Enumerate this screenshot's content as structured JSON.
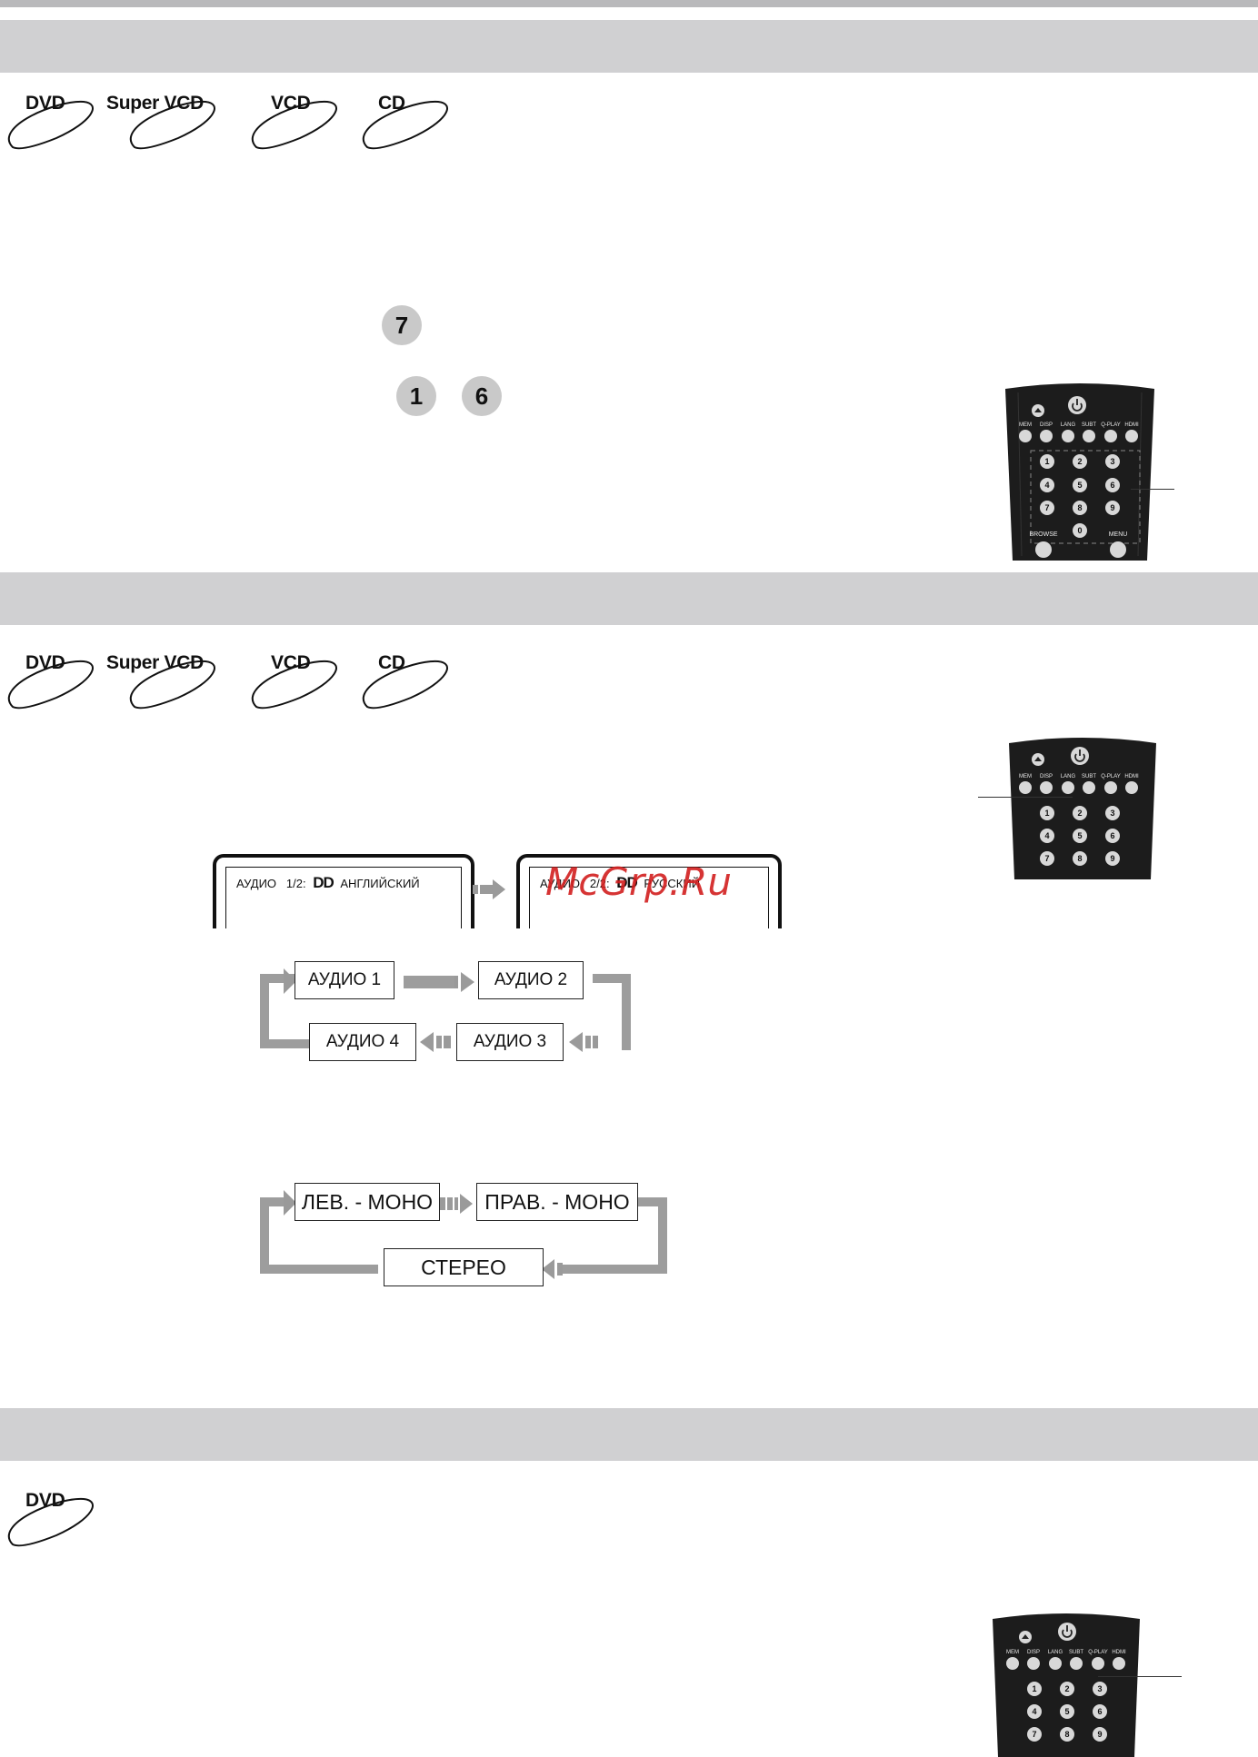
{
  "sections": [
    {
      "discs": [
        "DVD",
        "Super VCD",
        "VCD",
        "CD"
      ],
      "number_keys": [
        "7",
        "1",
        "6"
      ]
    },
    {
      "discs": [
        "DVD",
        "Super VCD",
        "VCD",
        "CD"
      ],
      "osd_screens": [
        {
          "audio": "АУДИО",
          "track": "1/2:",
          "dolby": "DD",
          "language": "АНГЛИЙСКИЙ"
        },
        {
          "audio": "АУДИО",
          "track": "2/2:",
          "dolby": "DD",
          "language": "РУССКИЙ"
        }
      ],
      "audio_cycle": [
        "АУДИО 1",
        "АУДИО 2",
        "АУДИО 3",
        "АУДИО 4"
      ],
      "channel_cycle": [
        "ЛЕВ. - МОНО",
        "ПРАВ. - МОНО",
        "СТЕРЕО"
      ]
    },
    {
      "discs": [
        "DVD"
      ]
    }
  ],
  "remote": {
    "function_labels": [
      "MEM",
      "DISP",
      "LANG",
      "SUBT",
      "Q-PLAY",
      "HDMI"
    ],
    "digits": [
      "1",
      "2",
      "3",
      "4",
      "5",
      "6",
      "7",
      "8",
      "9",
      "0"
    ],
    "bottom_labels": [
      "BROWSE",
      "MENU"
    ]
  },
  "watermark": "McGrp.Ru",
  "colors": {
    "section_bar": "#d0d0d2",
    "key_circle": "#c9c9c9",
    "remote_body": "#1c1c1c",
    "watermark": "#d21f1f"
  }
}
